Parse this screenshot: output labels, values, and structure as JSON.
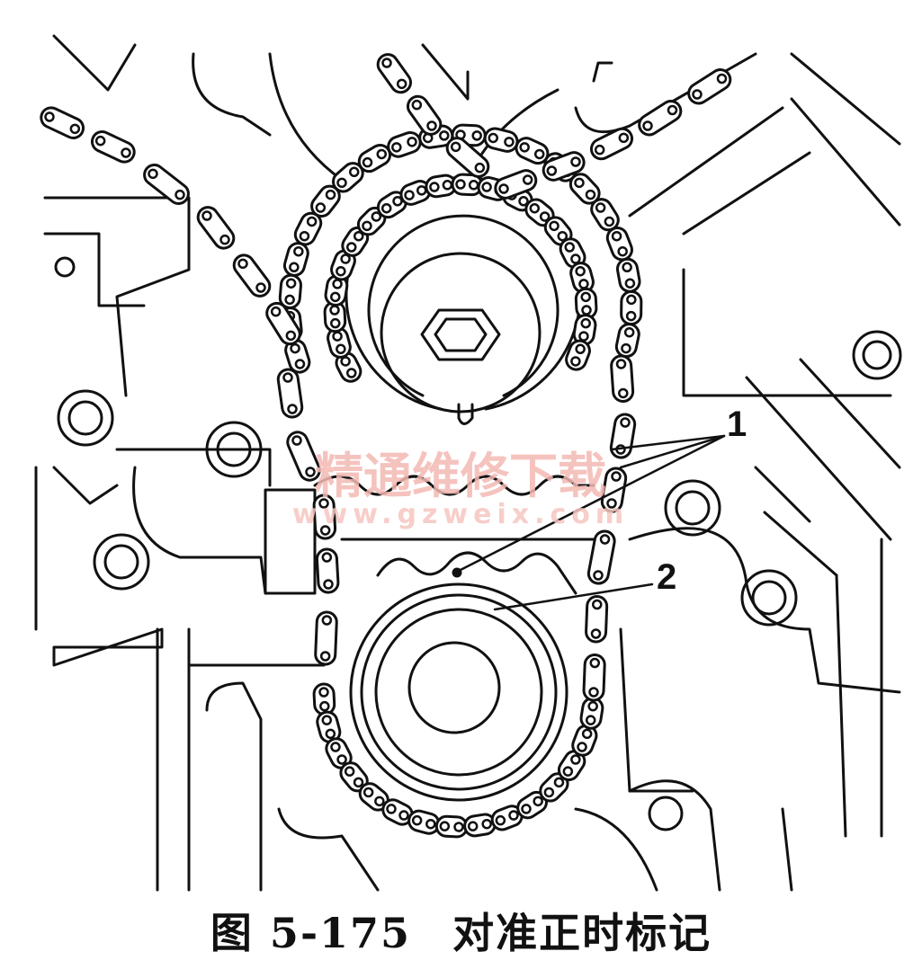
{
  "figure": {
    "caption_number": "图 5-175",
    "caption_title": "对准正时标记",
    "callouts": [
      {
        "label": "1"
      },
      {
        "label": "2"
      }
    ],
    "watermark": {
      "chinese": "精通维修下载",
      "url": "www.gzweix.com"
    }
  }
}
